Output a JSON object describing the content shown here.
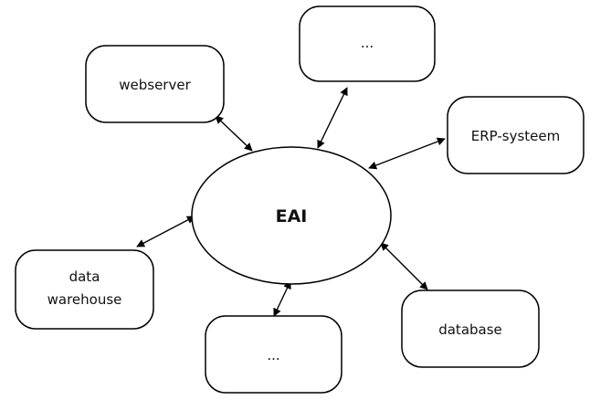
{
  "diagram": {
    "hub": {
      "label": "EAI"
    },
    "nodes": [
      {
        "id": "webserver",
        "lines": [
          "webserver"
        ]
      },
      {
        "id": "top",
        "lines": [
          "..."
        ]
      },
      {
        "id": "erp",
        "lines": [
          "ERP-systeem"
        ]
      },
      {
        "id": "data-warehouse",
        "lines": [
          "data",
          "warehouse"
        ]
      },
      {
        "id": "bottom",
        "lines": [
          "..."
        ]
      },
      {
        "id": "database",
        "lines": [
          "database"
        ]
      }
    ],
    "edges": [
      {
        "from": "hub",
        "to": "webserver",
        "arrows": "both"
      },
      {
        "from": "hub",
        "to": "top",
        "arrows": "both"
      },
      {
        "from": "hub",
        "to": "erp",
        "arrows": "both"
      },
      {
        "from": "hub",
        "to": "data-warehouse",
        "arrows": "both"
      },
      {
        "from": "hub",
        "to": "bottom",
        "arrows": "both"
      },
      {
        "from": "hub",
        "to": "database",
        "arrows": "both"
      }
    ],
    "colors": {
      "stroke": "#000000",
      "fill": "#ffffff",
      "text": "#111111"
    }
  }
}
